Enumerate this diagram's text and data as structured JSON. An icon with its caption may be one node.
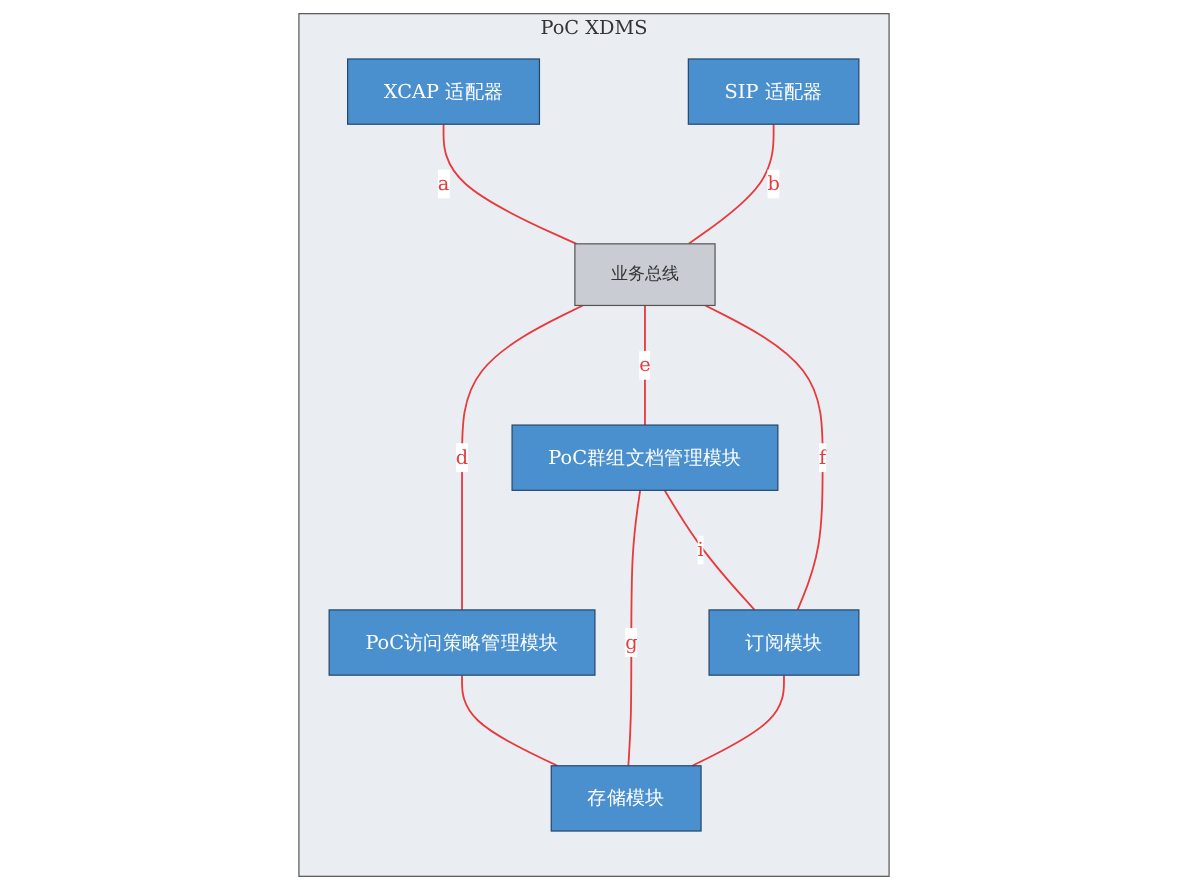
{
  "diagram": {
    "nodes": [
      {
        "text": [
          "PoC XDMS"
        ]
      },
      {
        "text": [
          "XCAP 适配器"
        ],
        "in": 0
      },
      {
        "text": [
          "SIP 适配器"
        ],
        "in": 0
      },
      {
        "text": [
          "业务总线"
        ],
        "in": 0
      },
      {
        "text": [
          "PoC访问策略管理模块"
        ],
        "in": 0
      },
      {
        "text": [
          "PoC群组文档管理模块"
        ],
        "in": 0
      },
      {
        "text": [
          "订阅模块"
        ],
        "in": 0
      },
      {
        "text": [
          "存储模块"
        ],
        "in": 0
      }
    ],
    "edges": [
      {
        "from": 1,
        "to": 3,
        "arrow": "none",
        "label": "a"
      },
      {
        "from": 2,
        "to": 3,
        "arrow": "none",
        "label": "b"
      },
      {
        "from": 3,
        "to": 4,
        "arrow": "none",
        "label": "d"
      },
      {
        "from": 3,
        "to": 5,
        "arrow": "none",
        "label": "e"
      },
      {
        "from": 3,
        "to": 6,
        "arrow": "none",
        "label": "f"
      },
      {
        "from": 4,
        "to": 7,
        "arrow": "none"
      },
      {
        "from": 5,
        "to": 7,
        "arrow": "none",
        "label": "g"
      },
      {
        "from": 6,
        "to": 7,
        "arrow": "none"
      },
      {
        "from": 5,
        "to": 6,
        "arrow": "none",
        "label": "i"
      }
    ]
  }
}
